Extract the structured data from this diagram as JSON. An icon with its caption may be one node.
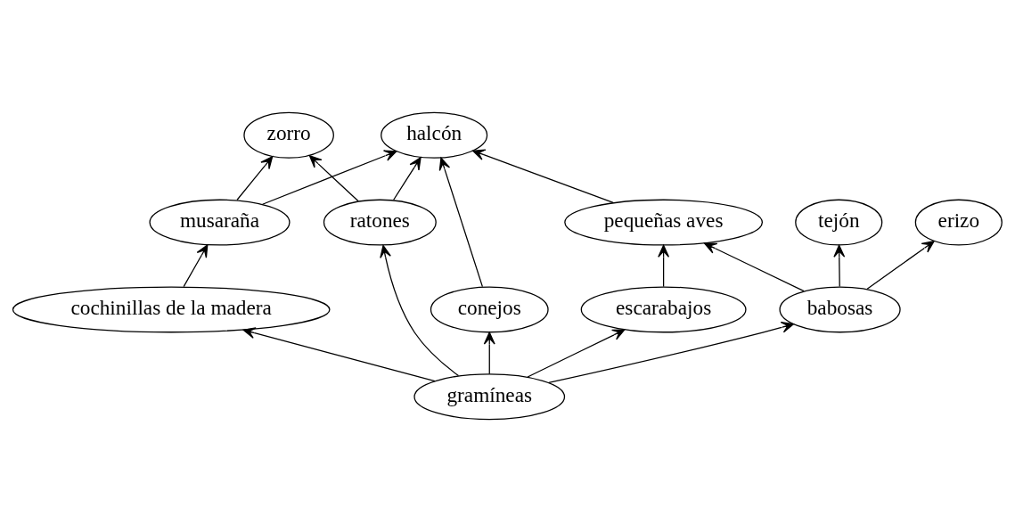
{
  "diagram": {
    "nodes": [
      {
        "text": [
          "halcón"
        ]
      },
      {
        "text": [
          "zorro"
        ]
      },
      {
        "text": [
          "pequeñas aves"
        ]
      },
      {
        "text": [
          "tejón"
        ]
      },
      {
        "text": [
          "erizo"
        ]
      },
      {
        "text": [
          "musaraña"
        ]
      },
      {
        "text": [
          "escarabajos"
        ]
      },
      {
        "text": [
          "babosas"
        ]
      },
      {
        "text": [
          "ratones"
        ]
      },
      {
        "text": [
          "cochinillas de la madera"
        ]
      },
      {
        "text": [
          "conejos"
        ]
      },
      {
        "text": [
          "gramíneas"
        ]
      }
    ],
    "edges": [
      {
        "from": 10,
        "to": 0,
        "arrow": "to"
      },
      {
        "from": 2,
        "to": 0,
        "arrow": "to"
      },
      {
        "from": 8,
        "to": 0,
        "arrow": "to"
      },
      {
        "from": 5,
        "to": 0,
        "arrow": "to"
      },
      {
        "from": 8,
        "to": 1,
        "arrow": "to"
      },
      {
        "from": 5,
        "to": 1,
        "arrow": "to"
      },
      {
        "from": 6,
        "to": 2,
        "arrow": "to"
      },
      {
        "from": 7,
        "to": 2,
        "arrow": "to"
      },
      {
        "from": 7,
        "to": 3,
        "arrow": "to"
      },
      {
        "from": 7,
        "to": 4,
        "arrow": "to"
      },
      {
        "from": 11,
        "to": 10,
        "arrow": "to"
      },
      {
        "from": 11,
        "to": 6,
        "arrow": "to"
      },
      {
        "from": 11,
        "to": 7,
        "arrow": "to"
      },
      {
        "from": 11,
        "to": 8,
        "arrow": "to"
      },
      {
        "from": 11,
        "to": 9,
        "arrow": "to"
      },
      {
        "from": 9,
        "to": 5,
        "arrow": "to"
      }
    ]
  }
}
